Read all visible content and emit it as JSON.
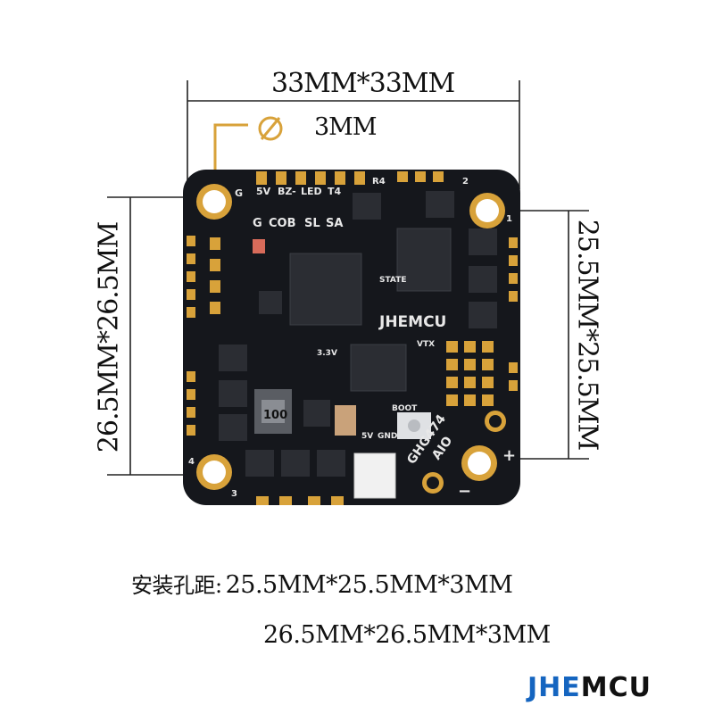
{
  "dimensions": {
    "top_width": "33MM*33MM",
    "hole_diameter": "3MM",
    "left_height": "26.5MM*26.5MM",
    "right_height": "25.5MM*25.5MM"
  },
  "note": {
    "label": "安装孔距:",
    "line1": "25.5MM*25.5MM*3MM",
    "line2": "26.5MM*26.5MM*3MM"
  },
  "board": {
    "brand_silk": "JHEMCU",
    "model": "GHG474",
    "type": "AIO",
    "inductor": "100",
    "pad_labels_top": [
      "G",
      "5V",
      "BZ-",
      "LED",
      "T4"
    ],
    "pad_labels_bottom": [
      "G",
      "COB",
      "SL",
      "SA"
    ],
    "corner_numbers": [
      "1",
      "2",
      "3",
      "4"
    ],
    "silk_r4": "R4",
    "silk_state": "STATE",
    "silk_vtx": "VTX",
    "silk_boot": "BOOT",
    "silk_3v3": "3.3V",
    "silk_gnd": "GND",
    "silk_5v": "5V",
    "silk_plus": "+",
    "silk_minus": "−"
  },
  "logo": {
    "part1": "JHE",
    "part2": "MCU",
    "color1": "#1565c0",
    "color2": "#111111"
  },
  "colors": {
    "board": "#15171c",
    "gold": "#d8a23a",
    "chip": "#2b2d33"
  }
}
